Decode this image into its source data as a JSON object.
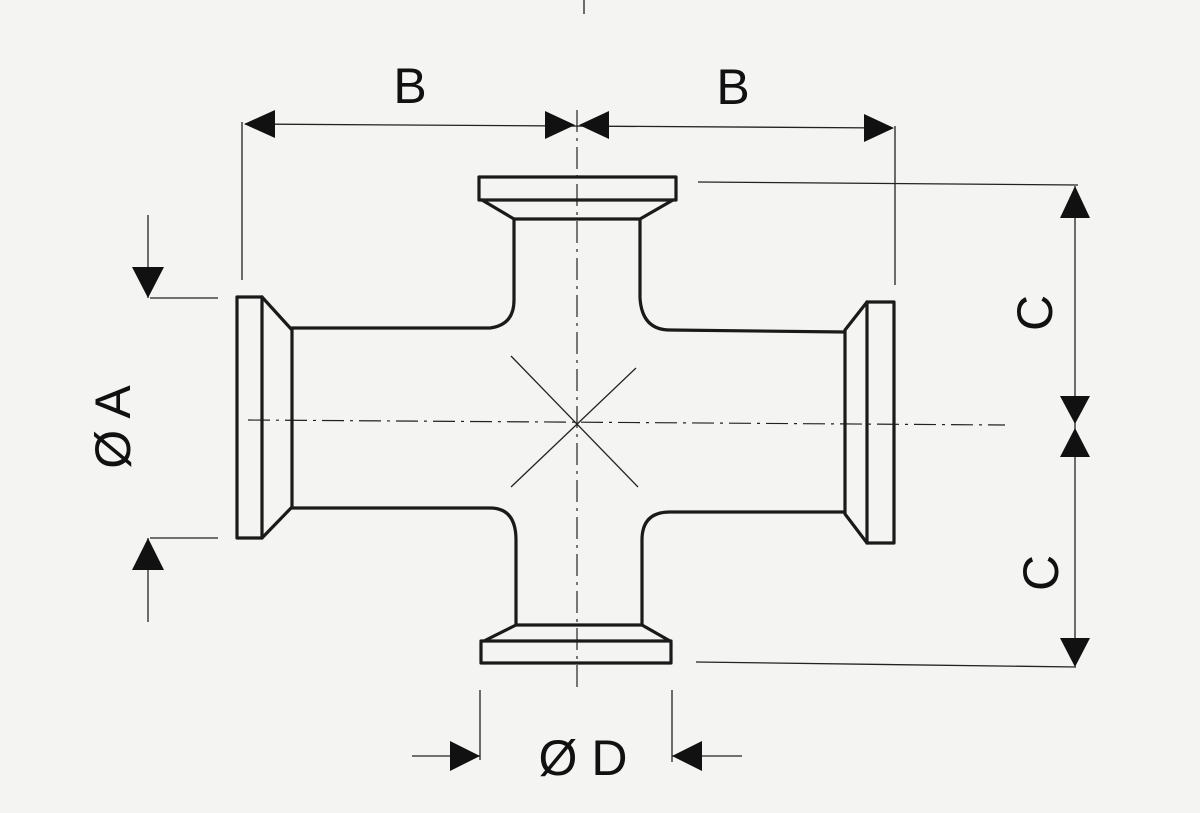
{
  "labels": {
    "b_left": "B",
    "b_right": "B",
    "dia_a": "Ø A",
    "c_upper": "C",
    "c_lower": "C",
    "dia_d": "Ø D"
  },
  "colors": {
    "background": "#f4f4f2",
    "ink": "#1a1a1a"
  }
}
